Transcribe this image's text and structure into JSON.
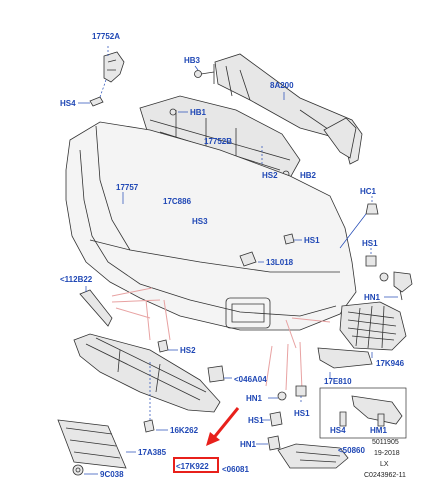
{
  "labels": {
    "l_17752a": "17752A",
    "l_hs4_top": "HS4",
    "l_hb3": "HB3",
    "l_8a200": "8A200",
    "l_hb1": "HB1",
    "l_17752b": "17752B",
    "l_hs2_top": "HS2",
    "l_hb2": "HB2",
    "l_17757": "17757",
    "l_17c886": "17C886",
    "l_hc1": "HC1",
    "l_hs3": "HS3",
    "l_hs1_a": "HS1",
    "l_hs1_b": "HS1",
    "l_13l018": "13L018",
    "l_112b22": "<112B22",
    "l_hn1_right": "HN1",
    "l_hs2_mid": "HS2",
    "l_17k946": "17K946",
    "l_046a04": "<046A04",
    "l_17e810": "17E810",
    "l_hn1_mid": "HN1",
    "l_hs1_c": "HS1",
    "l_hs1_d": "HS1",
    "l_16k262": "16K262",
    "l_hn1_low": "HN1",
    "l_hs4_box": "HS4",
    "l_hm1": "HM1",
    "l_50860": "<50860",
    "l_17a385": "17A385",
    "l_17k922": "<17K922",
    "l_06081": "<06081",
    "l_9c038": "9C038"
  },
  "info": {
    "line1": "5011905",
    "line2": "19-2018",
    "line3": "LX",
    "line4": "C0243962-11"
  },
  "highlight": {
    "color": "#e8201b",
    "label_ref": "<17K922"
  },
  "colors": {
    "label": "#1f47b5",
    "line": "#333333",
    "accent": "#e8201b"
  }
}
